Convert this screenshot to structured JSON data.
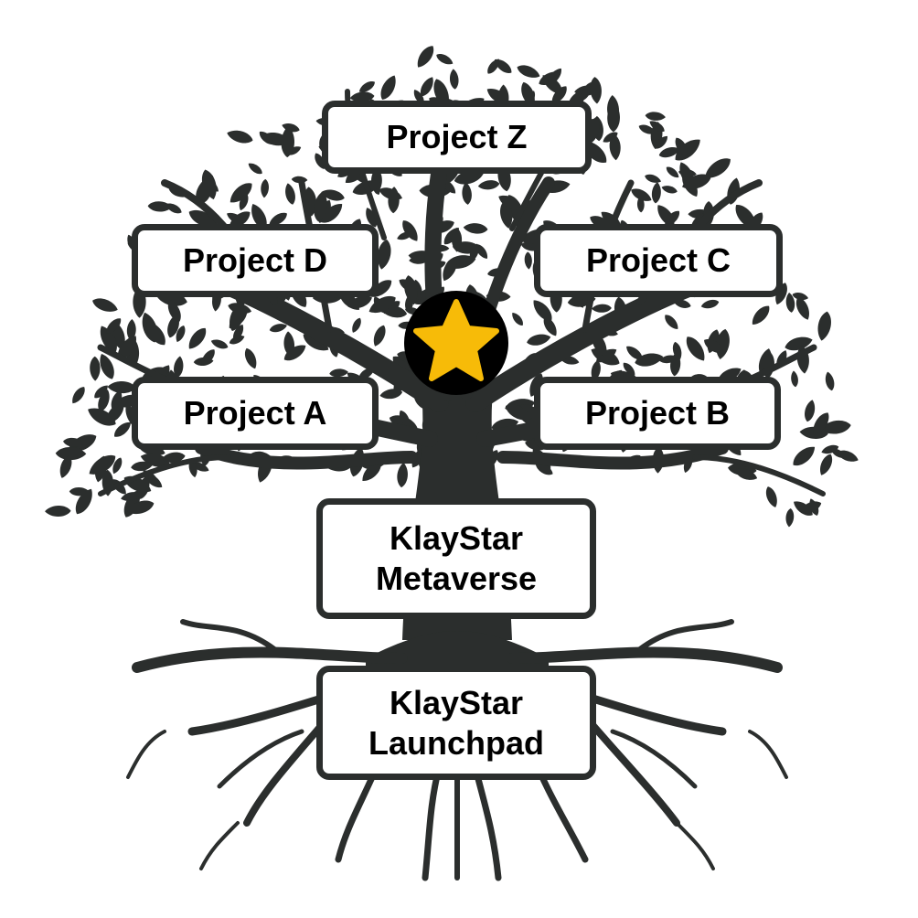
{
  "diagram": {
    "title": "",
    "nodes": {
      "project_z": "Project Z",
      "project_d": "Project D",
      "project_c": "Project C",
      "project_a": "Project A",
      "project_b": "Project B",
      "metaverse": [
        "KlayStar",
        "Metaverse"
      ],
      "launchpad": [
        "KlayStar",
        "Launchpad"
      ]
    },
    "center_icon": "star-icon",
    "colors": {
      "tree": "#2b2e2d",
      "box_fill": "#ffffff",
      "box_border": "#2b2e2d",
      "star_fill": "#f7bb08",
      "star_circle": "#000000",
      "text": "#000000"
    }
  }
}
